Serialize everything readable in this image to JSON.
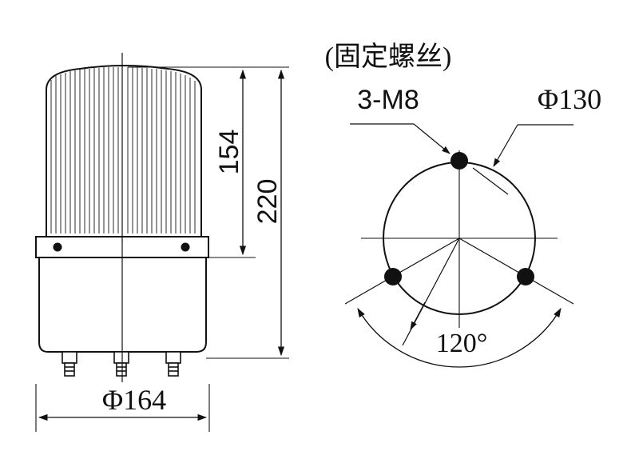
{
  "labels": {
    "fixing_screw_note": "(固定螺丝)",
    "hole_spec": "3-M8",
    "bolt_circle_diameter": "Φ130",
    "bottom_diameter": "Φ164",
    "dome_height": "154",
    "total_height": "220",
    "angle": "120°"
  },
  "colors": {
    "line": "#111111",
    "background": "#ffffff"
  }
}
